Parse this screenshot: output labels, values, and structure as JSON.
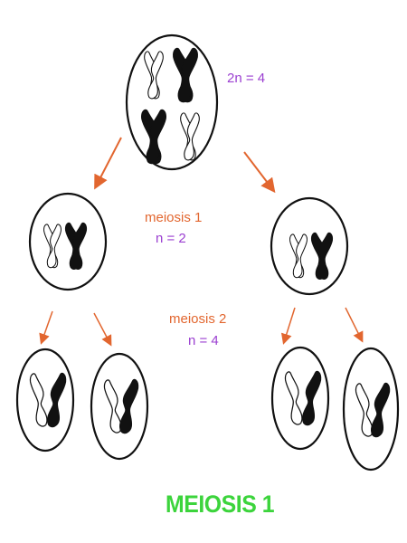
{
  "labels": {
    "diploid": "2n = 4",
    "meiosis1": "meiosis 1",
    "n_after_m1": "n = 2",
    "meiosis2": "meiosis 2",
    "n_after_m2": "n = 4",
    "title": "MEIOSIS 1"
  },
  "colors": {
    "purple": "#9b3fd1",
    "orange": "#e2662f",
    "green": "#3cd43c",
    "outline": "#111111"
  }
}
